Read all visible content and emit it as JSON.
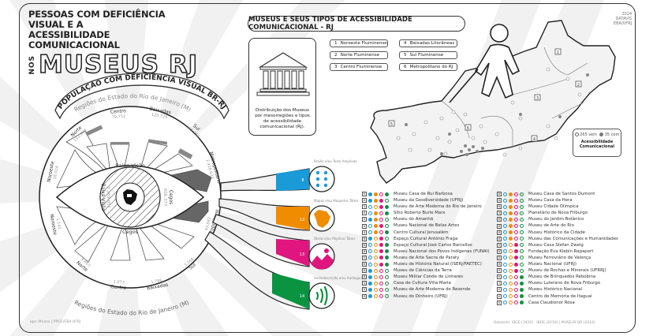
{
  "header": {
    "title_line1": "PESSOAS COM DEFICIÊNCIA VISUAL E A",
    "title_line2": "ACESSIBILIDADE COMUNICACIONAL",
    "title_prefix": "NOS",
    "title_big": "MUSEUS RJ"
  },
  "credit": {
    "year": "2024",
    "line2": "DATAVIS",
    "line3": "EBA/UFRJ"
  },
  "population": {
    "title": "POPULAÇÃO COM DEFICIÊNCIA VISUAL BR-RJ",
    "axis_label": "Regiões do Estado do Rio de Janeiro (M)",
    "center_top_label": "Baixa Visão",
    "center_bottom_label": "Cegos",
    "center_left_label": "Baixa Visão",
    "center_left_value": "3.169.051",
    "center_right_label": "Cegos",
    "center_right_value": "606.377",
    "baixa_visao": [
      {
        "region": "Noroeste",
        "value": "58.024"
      },
      {
        "region": "Norte",
        "value": "153.988"
      },
      {
        "region": "Centro",
        "value": "79.751"
      },
      {
        "region": "Baixadas",
        "value": "120.729"
      },
      {
        "region": "Sul",
        "value": "165.762"
      },
      {
        "region": "Metropolitano",
        "value": "2.418.633"
      }
    ],
    "cegos": [
      {
        "region": "Noroeste",
        "value": "1.142"
      },
      {
        "region": "Norte",
        "value": "3.463"
      },
      {
        "region": "Centro",
        "value": "1.073"
      },
      {
        "region": "Baixadas",
        "value": "1.786"
      },
      {
        "region": "Sul",
        "value": "3.268"
      },
      {
        "region": "Metropolitano",
        "value": "43.883"
      }
    ]
  },
  "section": {
    "title": "MUSEUS E SEUS TIPOS DE ACESSIBILIDADE COMUNICACIONAL - RJ",
    "museum_box_desc": "Distribuição dos Museus por mesorregiões e tipos de acessibilidade comunicacional (RJ).",
    "regions": [
      {
        "n": "1",
        "label": "Noroeste Fluminense"
      },
      {
        "n": "4",
        "label": "Baixadas Litorâneas"
      },
      {
        "n": "2",
        "label": "Norte Fluminense"
      },
      {
        "n": "5",
        "label": "Sul Fluminense"
      },
      {
        "n": "3",
        "label": "Centro Fluminense"
      },
      {
        "n": "6",
        "label": "Metropolitano do RJ"
      }
    ]
  },
  "map": {
    "region_markers": [
      "1",
      "2",
      "3",
      "4",
      "5",
      "6"
    ],
    "legend": {
      "without_count": "265",
      "without_label": "sem",
      "with_count": "35",
      "with_label": "com",
      "title": "Acessibilidade Comunicacional"
    }
  },
  "accessibility_types": [
    {
      "label": "Braille e/ou Texto Ampliado",
      "count": "8",
      "color": "#1a9ad6",
      "icon": "braille-icon"
    },
    {
      "label": "Mapas e/ou Maquetes Táteis",
      "count": "13",
      "color": "#f08c00",
      "icon": "map-icon"
    },
    {
      "label": "Obras e/ou Réplicas Táteis",
      "count": "13",
      "color": "#e0157e",
      "icon": "image-icon"
    },
    {
      "label": "Audiodescrição e/ou Audioguia",
      "count": "14",
      "color": "#0a9441",
      "icon": "audio-icon"
    }
  ],
  "colors": {
    "blue": "#1a9ad6",
    "orange": "#f08c00",
    "pink": "#e0157e",
    "green": "#0a9441"
  },
  "museums_left": [
    {
      "n": "6",
      "m": [
        1,
        1,
        0,
        1
      ],
      "name": "Museu Casa de Rui Barbosa"
    },
    {
      "n": "6",
      "m": [
        1,
        1,
        1,
        0
      ],
      "name": "Museu da Geodiversidade (UFRJ)"
    },
    {
      "n": "6",
      "m": [
        0,
        0,
        1,
        1
      ],
      "name": "Museu de Arte Moderna do Rio de Janeiro"
    },
    {
      "n": "6",
      "m": [
        0,
        1,
        0,
        1
      ],
      "name": "Sítio Roberto Burle Marx"
    },
    {
      "n": "6",
      "m": [
        1,
        1,
        0,
        0
      ],
      "name": "Museu do Amanhã"
    },
    {
      "n": "6",
      "m": [
        0,
        1,
        1,
        0
      ],
      "name": "Museu Nacional de Belas Artes"
    },
    {
      "n": "6",
      "m": [
        0,
        1,
        0,
        1
      ],
      "name": "Centro Cultural Jerusalém"
    },
    {
      "n": "6",
      "m": [
        1,
        0,
        1,
        0
      ],
      "name": "Espaço Cultural Antônio Fraga"
    },
    {
      "n": "6",
      "m": [
        0,
        0,
        1,
        1
      ],
      "name": "Espaço Cultural José Carlos Barcellos"
    },
    {
      "n": "6",
      "m": [
        0,
        0,
        1,
        1
      ],
      "name": "Museu Nacional dos Povos Indígenas (FUNAI)"
    },
    {
      "n": "5",
      "m": [
        0,
        0,
        1,
        1
      ],
      "name": "Museu de Arte Sacra de Paraty"
    },
    {
      "n": "6",
      "m": [
        0,
        0,
        1,
        1
      ],
      "name": "Museu de História Natural (ISERJ/FAETEC)"
    },
    {
      "n": "6",
      "m": [
        1,
        0,
        0,
        0
      ],
      "name": "Museu de Ciências da Terra"
    },
    {
      "n": "6",
      "m": [
        1,
        0,
        0,
        0
      ],
      "name": "Museu Militar Conde de Linhares"
    },
    {
      "n": "5",
      "m": [
        1,
        0,
        0,
        0
      ],
      "name": "Casa de Cultura Villa Maria"
    },
    {
      "n": "5",
      "m": [
        1,
        0,
        0,
        0
      ],
      "name": "Museu de Arte Moderna de Resende"
    },
    {
      "n": "6",
      "m": [
        1,
        0,
        0,
        0
      ],
      "name": "Museu do Dinheiro (UFRJ)"
    }
  ],
  "museums_right": [
    {
      "n": "6",
      "m": [
        0,
        1,
        0,
        0
      ],
      "name": "Museu Casa de Santos Dumont"
    },
    {
      "n": "6",
      "m": [
        0,
        1,
        0,
        0
      ],
      "name": "Museu Casa da Hera"
    },
    {
      "n": "6",
      "m": [
        0,
        1,
        0,
        0
      ],
      "name": "Museu Cidade Olímpica"
    },
    {
      "n": "3",
      "m": [
        0,
        1,
        0,
        0
      ],
      "name": "Planetário de Nova Friburgo"
    },
    {
      "n": "6",
      "m": [
        0,
        1,
        0,
        0
      ],
      "name": "Museu do Jardim Botânico"
    },
    {
      "n": "6",
      "m": [
        0,
        1,
        0,
        0
      ],
      "name": "Museu de Arte do Rio"
    },
    {
      "n": "6",
      "m": [
        0,
        1,
        0,
        0
      ],
      "name": "Museu Histórico da Cidade"
    },
    {
      "n": "6",
      "m": [
        0,
        1,
        0,
        0
      ],
      "name": "Museu das Comunicações e Humanidades"
    },
    {
      "n": "3",
      "m": [
        0,
        0,
        1,
        0
      ],
      "name": "Museu Casa Stefan Zweig"
    },
    {
      "n": "6",
      "m": [
        0,
        0,
        1,
        0
      ],
      "name": "Fundação Eva Klabin Rapaport"
    },
    {
      "n": "5",
      "m": [
        0,
        0,
        1,
        0
      ],
      "name": "Museu Ferroviário de Valença"
    },
    {
      "n": "6",
      "m": [
        0,
        0,
        1,
        0
      ],
      "name": "Museu Nacional (UFRJ)"
    },
    {
      "n": "6",
      "m": [
        0,
        0,
        1,
        0
      ],
      "name": "Museu de Rochas e Minerais (UFRRJ)"
    },
    {
      "n": "6",
      "m": [
        0,
        0,
        0,
        1
      ],
      "name": "Museu de Brinquedos Rebobina"
    },
    {
      "n": "3",
      "m": [
        0,
        0,
        0,
        1
      ],
      "name": "Museu Luterano de Nova Friburgo"
    },
    {
      "n": "6",
      "m": [
        0,
        0,
        0,
        1
      ],
      "name": "Museu Histórico Nacional"
    },
    {
      "n": "6",
      "m": [
        0,
        0,
        0,
        1
      ],
      "name": "Centro de Memória de Itaguaí"
    },
    {
      "n": "6",
      "m": [
        0,
        0,
        0,
        1
      ],
      "name": "Casa Claudionor Rosa"
    }
  ],
  "footer": {
    "left": "Igor Afonso | PPGC/EBA-UFRJ",
    "right": "Datasets: IBGE (1920) · IBGE (2010) | MUSEUS BR (2024)"
  }
}
